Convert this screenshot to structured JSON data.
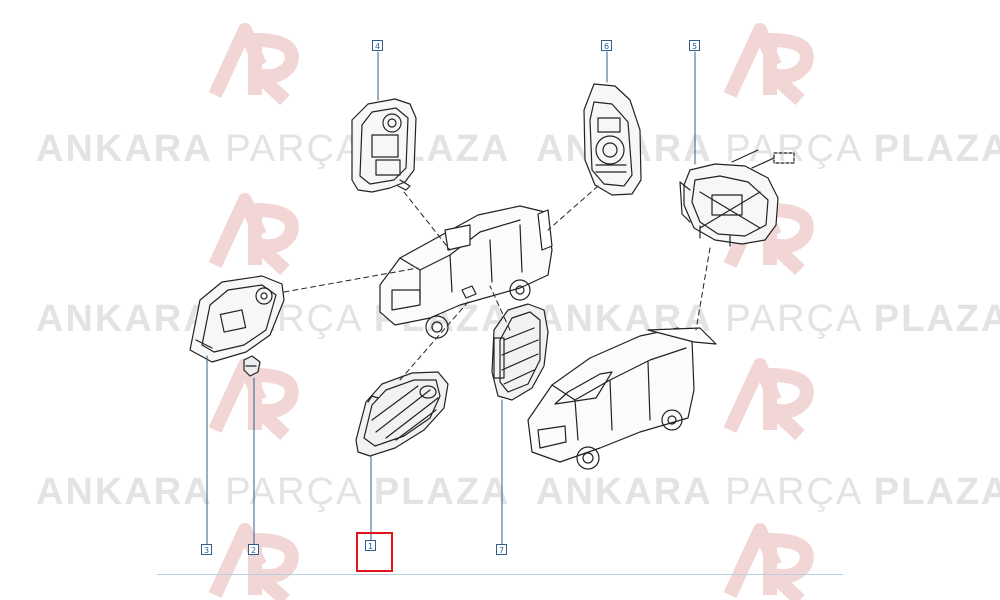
{
  "watermark": {
    "brand_part1": "ANKARA",
    "brand_part2": "PARÇA",
    "brand_part3": "PLAZA",
    "logo_color": "#f2d6d6",
    "text_color": "#e3e3e3"
  },
  "callouts": [
    {
      "id": "callout-4",
      "label": "4"
    },
    {
      "id": "callout-6",
      "label": "6"
    },
    {
      "id": "callout-5",
      "label": "5"
    },
    {
      "id": "callout-3",
      "label": "3"
    },
    {
      "id": "callout-2",
      "label": "2"
    },
    {
      "id": "callout-1",
      "label": "1",
      "selected": true
    },
    {
      "id": "callout-7",
      "label": "7"
    }
  ],
  "selection_color": "#e0141a",
  "callout_color": "#2d5f8a"
}
